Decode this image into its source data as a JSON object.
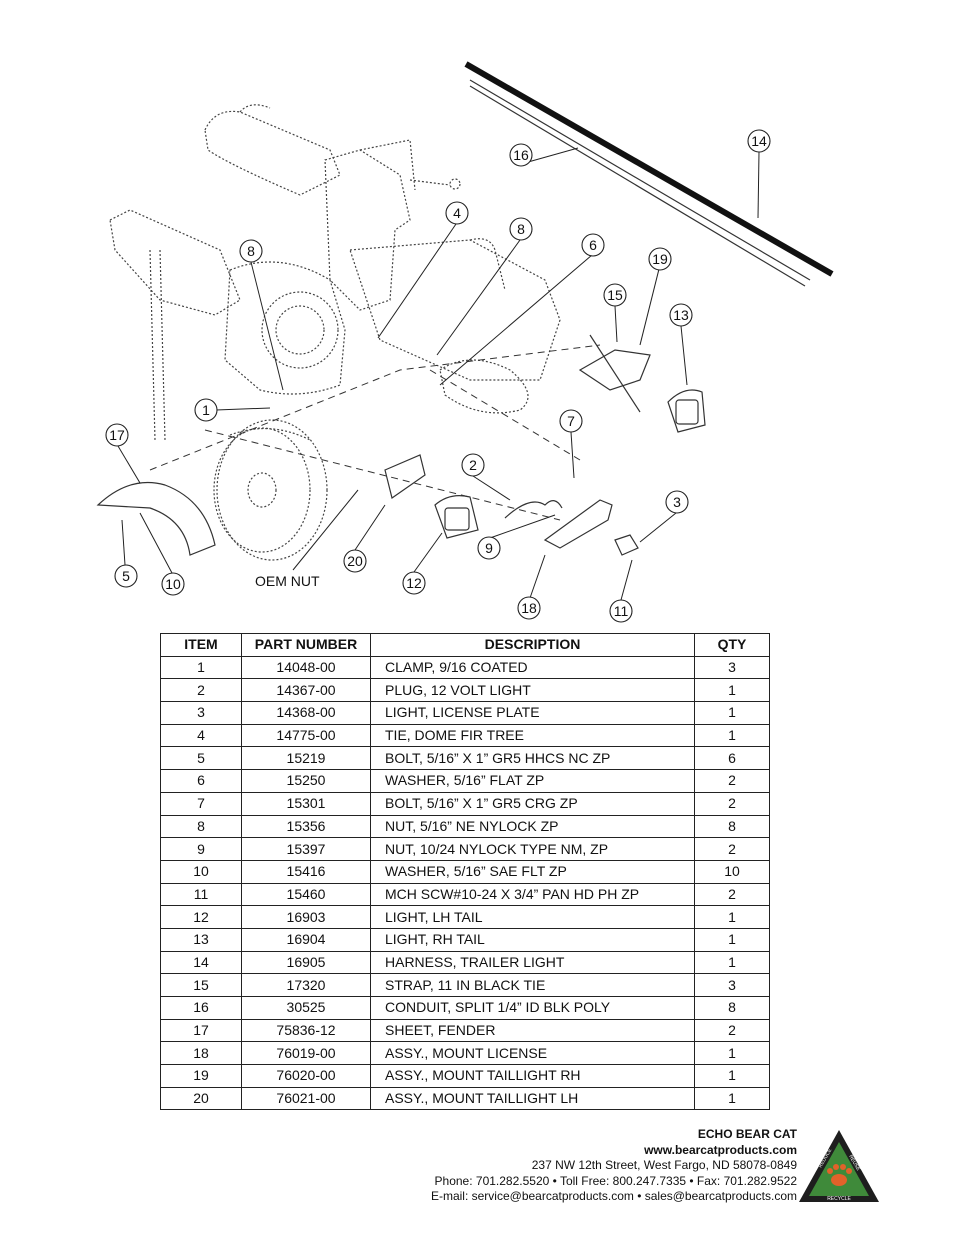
{
  "diagram": {
    "callouts": [
      "1",
      "2",
      "3",
      "4",
      "5",
      "6",
      "7",
      "8",
      "9",
      "10",
      "11",
      "12",
      "13",
      "14",
      "15",
      "16",
      "17",
      "18",
      "19",
      "20"
    ],
    "oem_label": "OEM NUT"
  },
  "table": {
    "headers": [
      "ITEM",
      "PART NUMBER",
      "DESCRIPTION",
      "QTY"
    ],
    "rows": [
      [
        "1",
        "14048-00",
        "CLAMP, 9/16 COATED",
        "3"
      ],
      [
        "2",
        "14367-00",
        "PLUG, 12 VOLT LIGHT",
        "1"
      ],
      [
        "3",
        "14368-00",
        "LIGHT, LICENSE PLATE",
        "1"
      ],
      [
        "4",
        "14775-00",
        "TIE, DOME FIR TREE",
        "1"
      ],
      [
        "5",
        "15219",
        "BOLT, 5/16” X 1” GR5 HHCS NC ZP",
        "6"
      ],
      [
        "6",
        "15250",
        "WASHER, 5/16” FLAT ZP",
        "2"
      ],
      [
        "7",
        "15301",
        "BOLT, 5/16” X 1” GR5 CRG ZP",
        "2"
      ],
      [
        "8",
        "15356",
        "NUT, 5/16” NE NYLOCK ZP",
        "8"
      ],
      [
        "9",
        "15397",
        "NUT, 10/24 NYLOCK TYPE NM, ZP",
        "2"
      ],
      [
        "10",
        "15416",
        "WASHER, 5/16” SAE FLT ZP",
        "10"
      ],
      [
        "11",
        "15460",
        "MCH SCW#10-24 X 3/4” PAN HD PH ZP",
        "2"
      ],
      [
        "12",
        "16903",
        "LIGHT, LH TAIL",
        "1"
      ],
      [
        "13",
        "16904",
        "LIGHT, RH TAIL",
        "1"
      ],
      [
        "14",
        "16905",
        "HARNESS, TRAILER LIGHT",
        "1"
      ],
      [
        "15",
        "17320",
        "STRAP, 11 IN BLACK TIE",
        "3"
      ],
      [
        "16",
        "30525",
        "CONDUIT, SPLIT 1/4” ID BLK POLY",
        "8"
      ],
      [
        "17",
        "75836-12",
        "SHEET, FENDER",
        "2"
      ],
      [
        "18",
        "76019-00",
        "ASSY., MOUNT LICENSE",
        "1"
      ],
      [
        "19",
        "76020-00",
        "ASSY., MOUNT TAILLIGHT RH",
        "1"
      ],
      [
        "20",
        "76021-00",
        "ASSY., MOUNT TAILLIGHT LH",
        "1"
      ]
    ]
  },
  "footer": {
    "company": "ECHO BEAR CAT",
    "website": "www.bearcatproducts.com",
    "address": "237 NW 12th Street, West Fargo, ND 58078-0849",
    "phone": "Phone: 701.282.5520 • Toll Free: 800.247.7335 • Fax: 701.282.9522",
    "email": "E-mail: service@bearcatproducts.com • sales@bearcatproducts.com"
  },
  "logo": {
    "words": [
      "REDUCE",
      "REUSE",
      "RECYCLE"
    ],
    "colors": {
      "triangle": "#1e1e1e",
      "inner": "#3f8a3a",
      "paw": "#e2622a"
    }
  }
}
